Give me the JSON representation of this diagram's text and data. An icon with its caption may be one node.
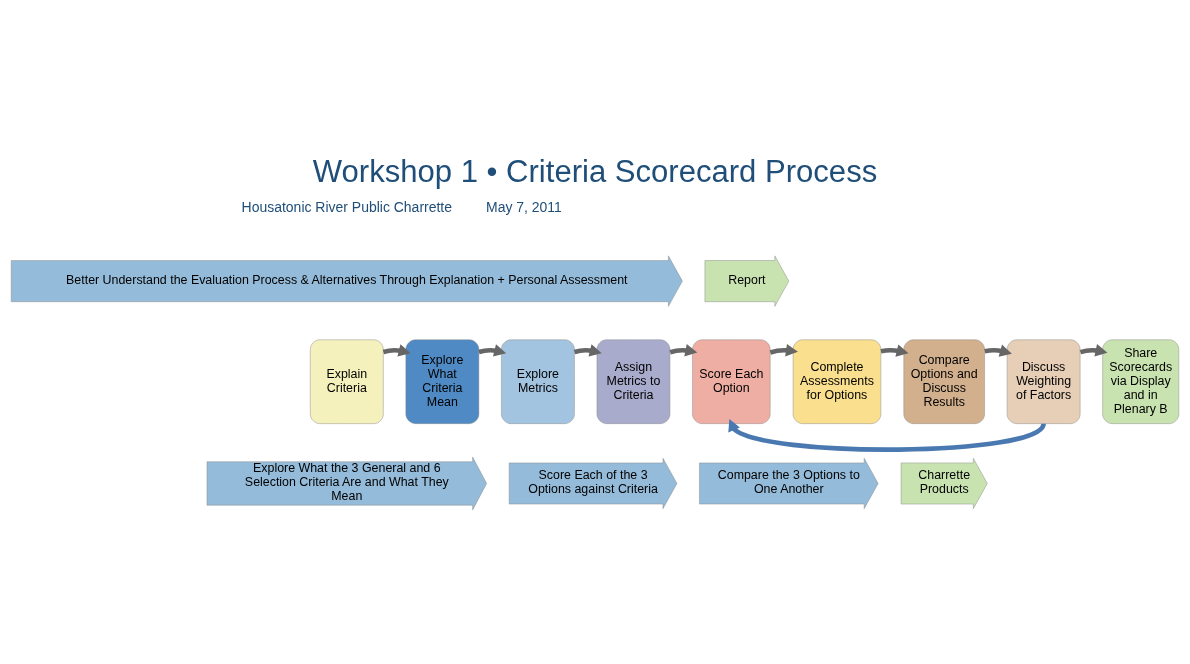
{
  "diagram": {
    "title": "Workshop 1 • Criteria Scorecard Process",
    "nodes": [
      {
        "text": [
          "Better Understand the Evaluation Process & Alternatives Through Explanation + Personal Assessment"
        ]
      },
      {
        "text": [
          "Report"
        ]
      },
      {
        "text": [
          "Explain Criteria"
        ]
      },
      {
        "text": [
          "Explore What Criteria Mean"
        ]
      },
      {
        "text": [
          "Explore Metrics"
        ]
      },
      {
        "text": [
          "Assign Metrics to Criteria"
        ]
      },
      {
        "text": [
          "Score Each Option"
        ]
      },
      {
        "text": [
          "Complete Assessments for Options"
        ]
      },
      {
        "text": [
          "Compare Options and Discuss Results"
        ]
      },
      {
        "text": [
          "Discuss Weighting of Factors"
        ]
      },
      {
        "text": [
          "Share Scorecards via Display and in Plenary B"
        ]
      },
      {
        "text": [
          "Explore What the 3 General and 6 Selection Criteria Are and What They Mean"
        ]
      },
      {
        "text": [
          "Score Each of the 3 Options against Criteria"
        ]
      },
      {
        "text": [
          "Compare the 3 Options to One Another"
        ]
      },
      {
        "text": [
          "Charrette Products"
        ]
      }
    ],
    "edges": [
      {
        "from": 2,
        "to": 3,
        "arrow": "to"
      },
      {
        "from": 3,
        "to": 4,
        "arrow": "to"
      },
      {
        "from": 4,
        "to": 5,
        "arrow": "to"
      },
      {
        "from": 5,
        "to": 6,
        "arrow": "to"
      },
      {
        "from": 6,
        "to": 7,
        "arrow": "to"
      },
      {
        "from": 7,
        "to": 8,
        "arrow": "to"
      },
      {
        "from": 8,
        "to": 9,
        "arrow": "to"
      },
      {
        "from": 9,
        "to": 10,
        "arrow": "to"
      },
      {
        "from": 9,
        "to": 6,
        "arrow": "to",
        "color": "#4a78b0"
      }
    ],
    "labels": [
      "Housatonic River Public Charrette",
      "May 7, 2011"
    ]
  }
}
